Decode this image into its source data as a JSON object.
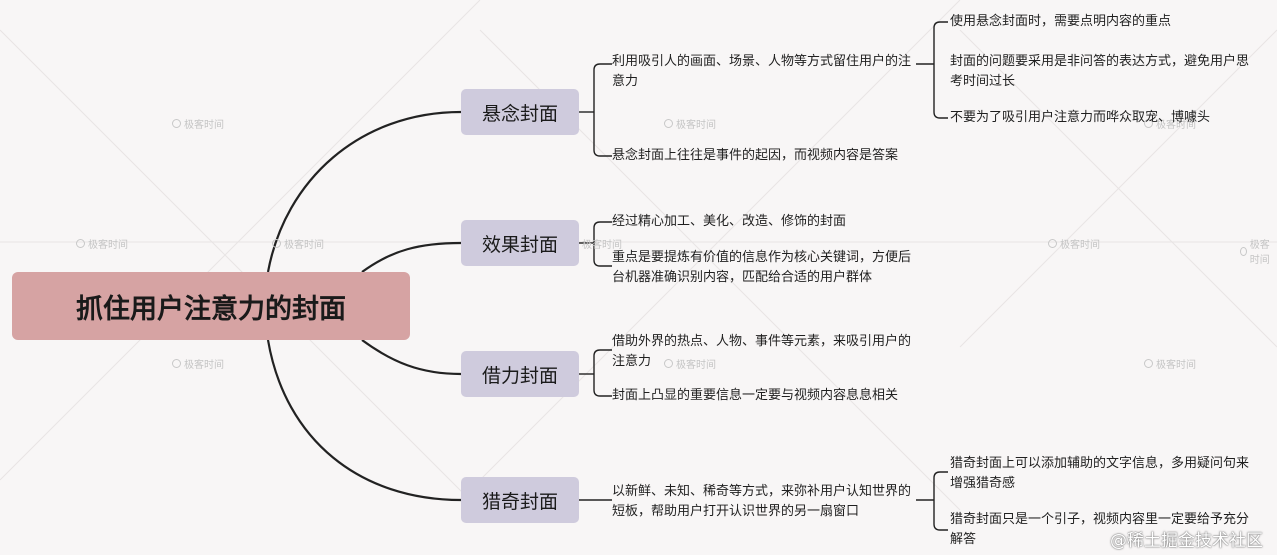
{
  "root": {
    "label": "抓住用户注意力的封面"
  },
  "branches": [
    {
      "label": "悬念封面",
      "items": [
        {
          "text": "利用吸引人的画面、场景、人物等方式留住用户的注意力",
          "children": [
            "使用悬念封面时，需要点明内容的重点",
            "封面的问题要采用是非问答的表达方式，避免用户思考时间过长",
            "不要为了吸引用户注意力而哗众取宠、博噱头"
          ]
        },
        {
          "text": "悬念封面上往往是事件的起因，而视频内容是答案",
          "children": []
        }
      ]
    },
    {
      "label": "效果封面",
      "items": [
        {
          "text": "经过精心加工、美化、改造、修饰的封面",
          "children": []
        },
        {
          "text": "重点是要提炼有价值的信息作为核心关键词，方便后台机器准确识别内容，匹配给合适的用户群体",
          "children": []
        }
      ]
    },
    {
      "label": "借力封面",
      "items": [
        {
          "text": "借助外界的热点、人物、事件等元素，来吸引用户的注意力",
          "children": []
        },
        {
          "text": "封面上凸显的重要信息一定要与视频内容息息相关",
          "children": []
        }
      ]
    },
    {
      "label": "猎奇封面",
      "items": [
        {
          "text": "以新鲜、未知、稀奇等方式，来弥补用户认知世界的短板，帮助用户打开认识世界的另一扇窗口",
          "children": [
            "猎奇封面上可以添加辅助的文字信息，多用疑问句来增强猎奇感",
            "猎奇封面只是一个引子，视频内容里一定要给予充分解答"
          ]
        }
      ]
    }
  ],
  "watermark": {
    "text": "极客时间"
  },
  "corner_mark": {
    "text": "@稀土掘金技术社区"
  },
  "colors": {
    "background": "#f8f6f6",
    "root_fill": "#d6a3a3",
    "branch_fill": "#cfcbdd",
    "connector": "#222222"
  }
}
